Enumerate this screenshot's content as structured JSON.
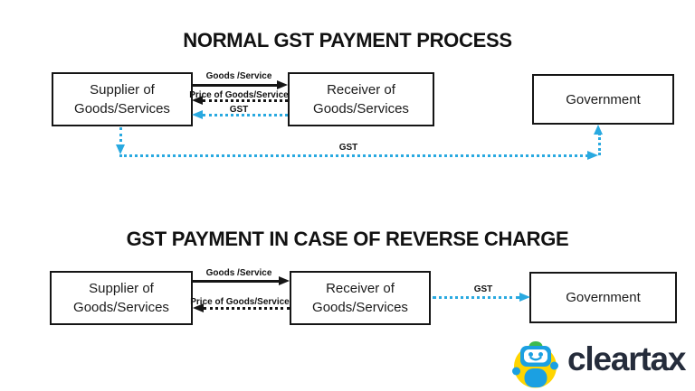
{
  "colors": {
    "arrow_blue": "#29A9E0",
    "arrow_black": "#151515",
    "logo_navy": "#252C3B",
    "logo_blue": "#1BA0E2",
    "logo_yellow": "#FFD500",
    "logo_green": "#3DBA4E"
  },
  "diagrams": [
    {
      "title": "NORMAL GST PAYMENT PROCESS",
      "supplier": {
        "line1": "Supplier of",
        "line2": "Goods/Services"
      },
      "receiver": {
        "line1": "Receiver of",
        "line2": "Goods/Services"
      },
      "government": {
        "label": "Government"
      },
      "arrows": {
        "goods": {
          "label": "Goods /Service",
          "direction": "supplier-to-receiver",
          "style": "solid-black"
        },
        "price": {
          "label": "Price of Goods/Service",
          "direction": "receiver-to-supplier",
          "style": "dotted-black"
        },
        "gst": {
          "label": "GST",
          "direction": "receiver-to-supplier",
          "style": "dotted-blue"
        },
        "gst_bottom": {
          "label": "GST",
          "direction": "supplier-to-government",
          "style": "dotted-blue"
        }
      }
    },
    {
      "title": "GST PAYMENT IN CASE OF REVERSE CHARGE",
      "supplier": {
        "line1": "Supplier of",
        "line2": "Goods/Services"
      },
      "receiver": {
        "line1": "Receiver of",
        "line2": "Goods/Services"
      },
      "government": {
        "label": "Government"
      },
      "arrows": {
        "goods": {
          "label": "Goods /Service",
          "direction": "supplier-to-receiver",
          "style": "solid-black"
        },
        "price": {
          "label": "Price of Goods/Service",
          "direction": "receiver-to-supplier",
          "style": "dotted-black"
        },
        "gst": {
          "label": "GST",
          "direction": "receiver-to-government",
          "style": "dotted-blue"
        }
      }
    }
  ],
  "logo": {
    "wordmark": "cleartax",
    "icon": "cleartax-robot-icon"
  }
}
